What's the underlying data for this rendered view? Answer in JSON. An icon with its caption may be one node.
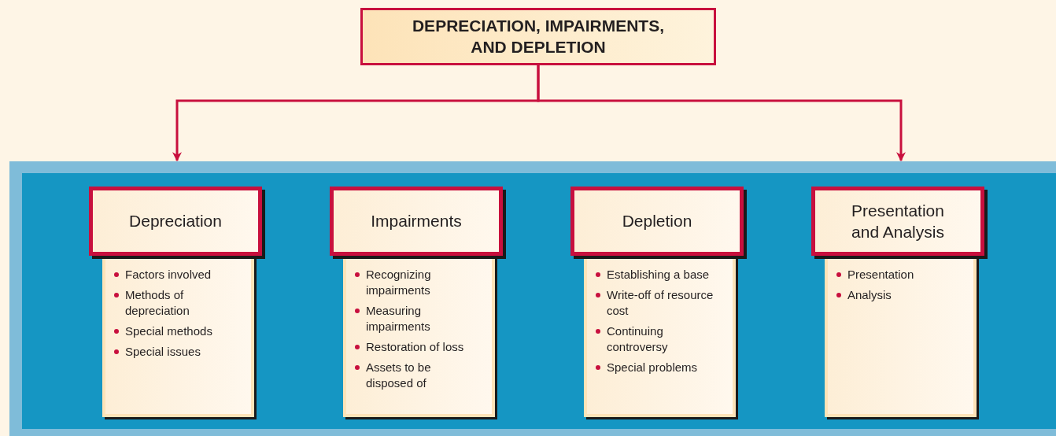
{
  "diagram": {
    "nodes": [
      {
        "text": [
          "DEPRECIATION, IMPAIRMENTS, AND DEPLETION"
        ]
      },
      {
        "text": [],
        "shape": "box"
      },
      {
        "text": [
          "Depreciation"
        ],
        "in": 1
      },
      {
        "text": [
          "Factors involved",
          "Methods of depreciation",
          "Special methods",
          "Special issues"
        ],
        "in": 1
      },
      {
        "text": [
          "Impairments"
        ],
        "in": 1
      },
      {
        "text": [
          "Recognizing impairments",
          "Measuring impairments",
          "Restoration of loss",
          "Assets to be disposed of"
        ],
        "in": 1
      },
      {
        "text": [
          "Depletion"
        ],
        "in": 1
      },
      {
        "text": [
          "Establishing a base",
          "Write-off of resource cost",
          "Continuing controversy",
          "Special problems"
        ],
        "in": 1
      },
      {
        "text": [
          "Presentation and Analysis"
        ],
        "in": 1
      },
      {
        "text": [
          "Presentation",
          "Analysis"
        ],
        "in": 1
      }
    ],
    "edges": [
      {
        "from": 0,
        "to": 1,
        "arrow": "to"
      },
      {
        "from": 0,
        "to": 1,
        "arrow": "to"
      }
    ]
  }
}
